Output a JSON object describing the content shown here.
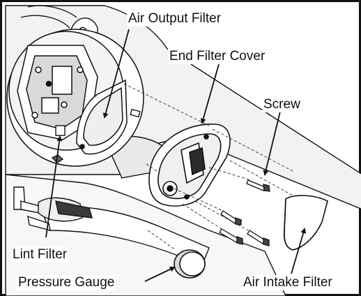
{
  "labels": {
    "air_output_filter": "Air Output Filter",
    "end_filter_cover": "End Filter Cover",
    "screw": "Screw",
    "lint_filter": "Lint Filter",
    "pressure_gauge": "Pressure Gauge",
    "air_intake_filter": "Air Intake Filter"
  },
  "colors": {
    "line": "#111111",
    "body_fill": "#f2f2f2",
    "part_fill": "#ffffff",
    "shade": "#cfcfcf"
  }
}
